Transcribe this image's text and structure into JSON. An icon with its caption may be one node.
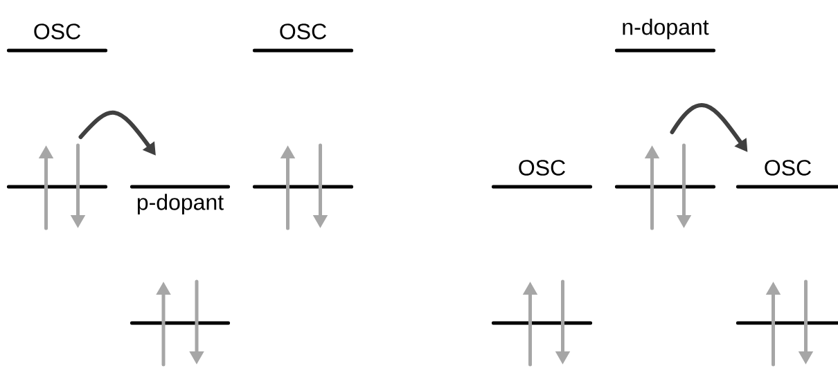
{
  "diagram": {
    "nodes": [
      {
        "text": [
          "OSC"
        ]
      },
      {
        "text": [
          "OSC"
        ]
      },
      {
        "text": [
          "n-dopant"
        ]
      },
      {
        "text": [],
        "shape": "bar"
      },
      {
        "text": [
          "p-dopant"
        ]
      },
      {
        "text": [],
        "shape": "bar"
      },
      {
        "text": [
          "OSC"
        ]
      },
      {
        "text": [],
        "shape": "bar"
      },
      {
        "text": [
          "OSC"
        ]
      },
      {
        "text": [],
        "shape": "bar"
      },
      {
        "text": [],
        "shape": "bar"
      },
      {
        "text": [],
        "shape": "bar"
      }
    ],
    "edges": [
      {
        "from": 3,
        "to": 4,
        "arrow": "to"
      },
      {
        "from": 7,
        "to": 8,
        "arrow": "to"
      }
    ]
  }
}
